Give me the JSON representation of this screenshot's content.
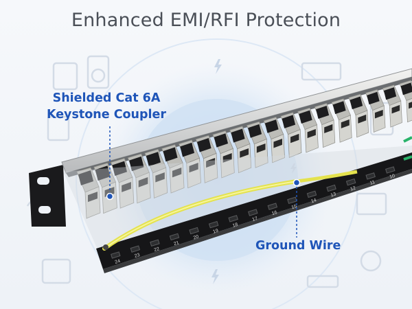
{
  "title": "Enhanced EMI/RFI Protection",
  "callouts": {
    "keystone_line1": "Shielded Cat 6A",
    "keystone_line2": "Keystone Coupler",
    "ground": "Ground Wire"
  },
  "port_numbers": [
    "24",
    "23",
    "22",
    "21",
    "20",
    "19",
    "18",
    "17",
    "16",
    "15",
    "14",
    "13",
    "12",
    "11",
    "10"
  ],
  "icons": [
    "phone-icon",
    "speaker-icon",
    "tablet-icon",
    "keyboard-icon",
    "lightning-icon",
    "drone-icon",
    "monitor-icon",
    "printer-icon",
    "camera-icon",
    "router-icon",
    "game-controller-icon"
  ],
  "colors": {
    "accent": "#1f55b8",
    "title": "#4a4f57",
    "wire": "#e4e24e",
    "panel": "#1c1c1e",
    "shield": "#c9c9c4"
  }
}
